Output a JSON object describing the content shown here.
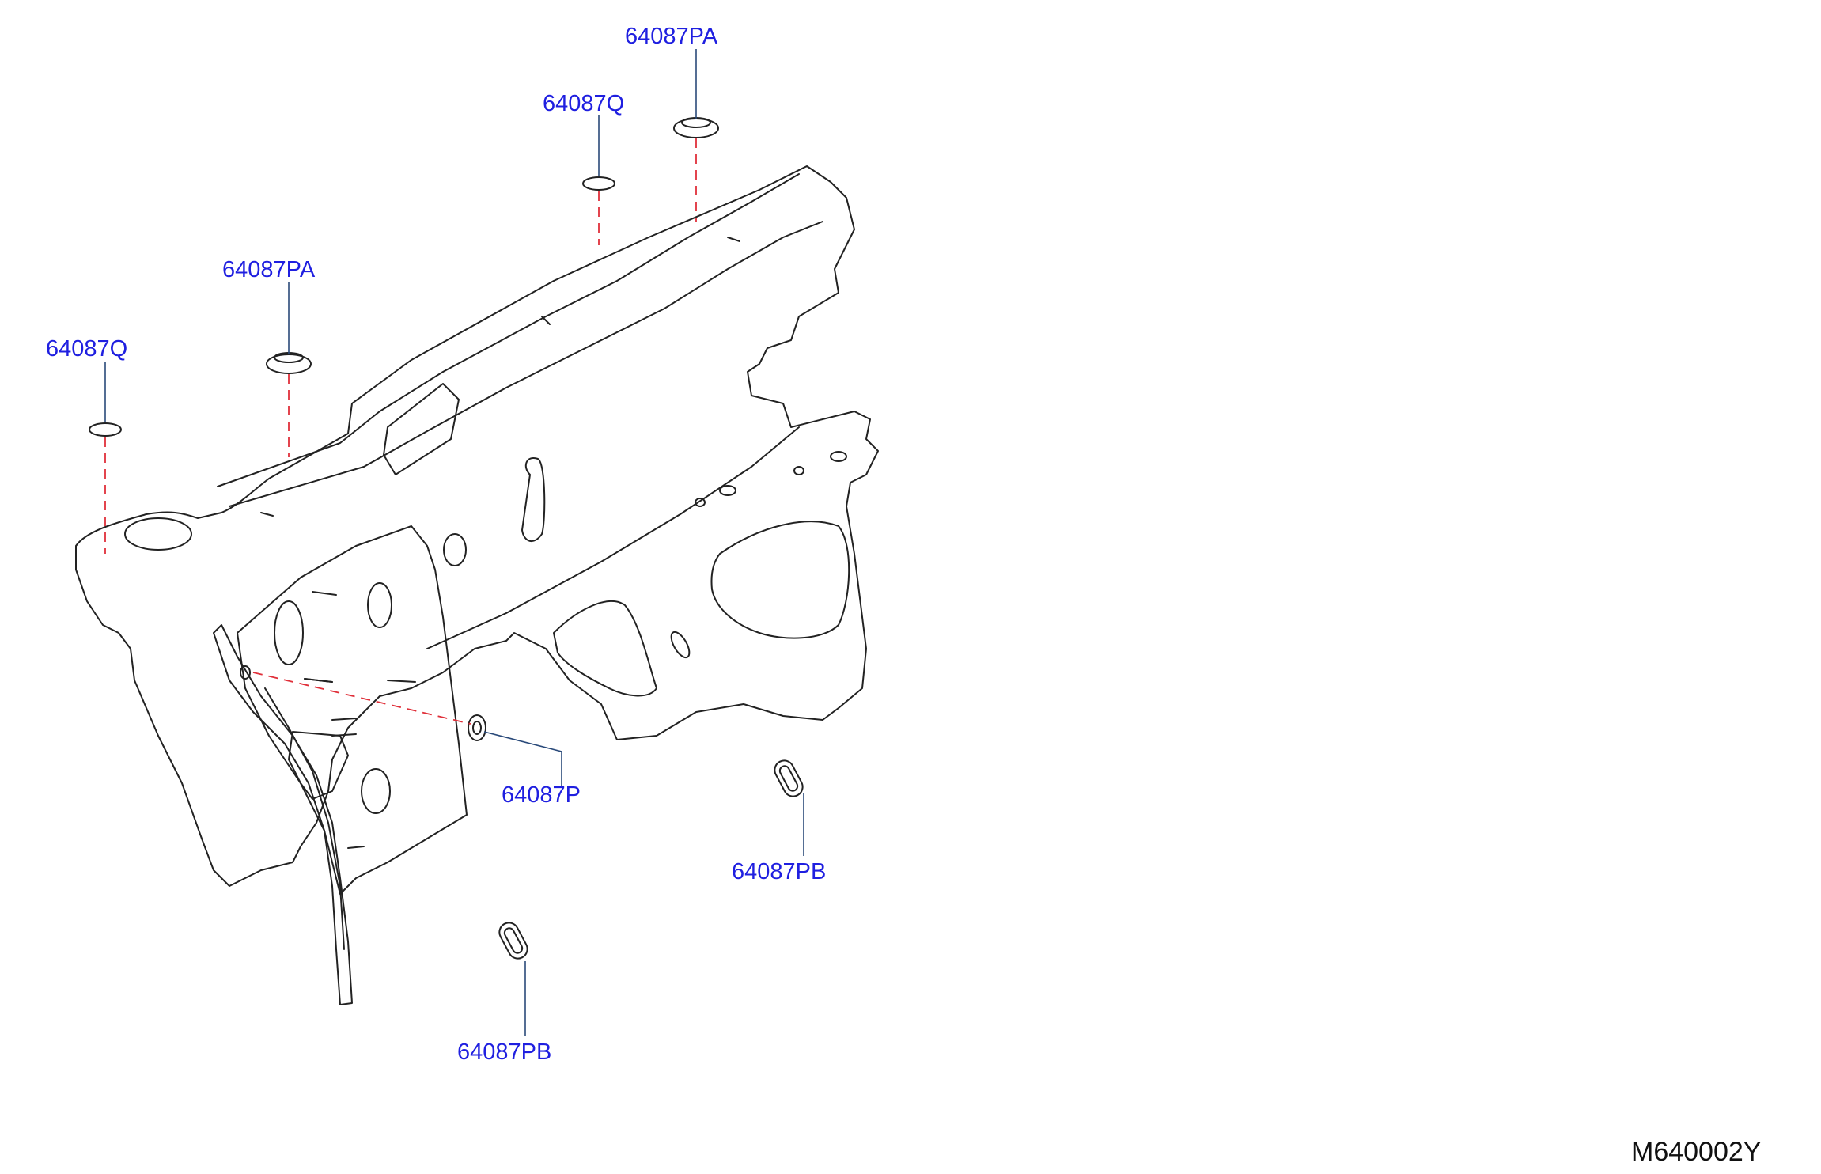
{
  "diagram": {
    "callouts": [
      {
        "id": "c1",
        "label": "64087PA"
      },
      {
        "id": "c2",
        "label": "64087Q"
      },
      {
        "id": "c3",
        "label": "64087PA"
      },
      {
        "id": "c4",
        "label": "64087Q"
      },
      {
        "id": "c5",
        "label": "64087P"
      },
      {
        "id": "c6",
        "label": "64087PB"
      },
      {
        "id": "c7",
        "label": "64087PB"
      }
    ],
    "reference_code": "M640002Y",
    "colors": {
      "callout_text": "#1f1fe0",
      "leader_line": "#2a4a7a",
      "center_line": "#e0303a",
      "outline": "#222222"
    }
  }
}
